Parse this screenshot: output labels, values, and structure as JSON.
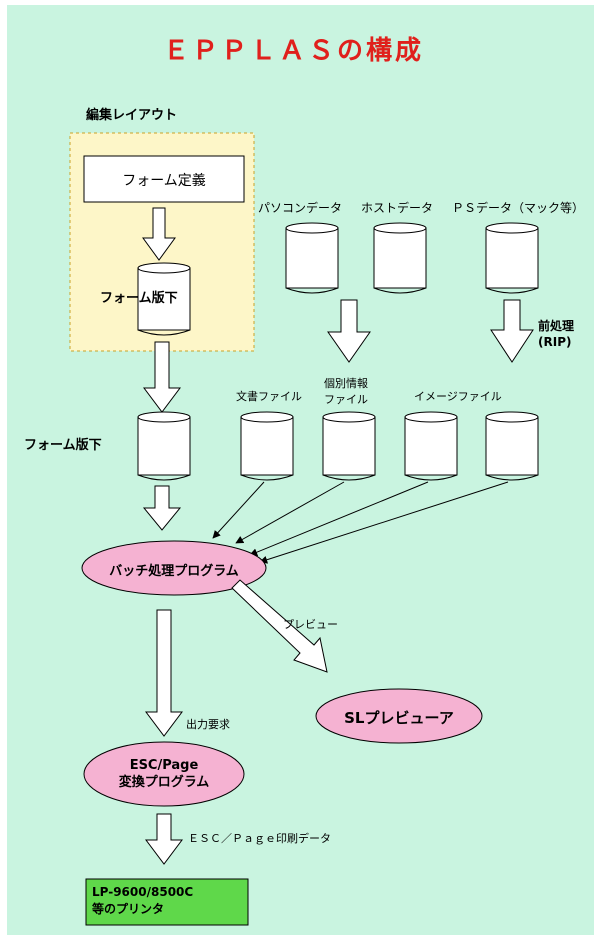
{
  "title": "ＥＰＰＬＡＳの構成",
  "layout_section": {
    "label": "編集レイアウト",
    "form_def": "フォーム定義",
    "form_draft": "フォーム版下"
  },
  "sources": {
    "pc_data": "パソコンデータ",
    "host_data": "ホストデータ",
    "ps_data": "ＰＳデータ（マック等）"
  },
  "rip_label": "前処理\n(RIP)",
  "files": {
    "form_draft": "フォーム版下",
    "document": "文書ファイル",
    "variable_info": "個別情報\nファイル",
    "image": "イメージファイル"
  },
  "batch_program": "バッチ処理プログラム",
  "preview_label": "プレビュー",
  "sl_previewer": "SLプレビューア",
  "output_request": "出力要求",
  "escpage_program": "ESC/Page\n変換プログラム",
  "escpage_data": "ＥＳＣ／Ｐａｇｅ印刷データ",
  "printer": "LP-9600/8500C\n等のプリンタ",
  "colors": {
    "background": "#c9f4e0",
    "title": "#e0201c",
    "layout_box": "#fdf6c8",
    "ellipse": "#f5b2d2",
    "printer_box": "#5fd84a"
  }
}
